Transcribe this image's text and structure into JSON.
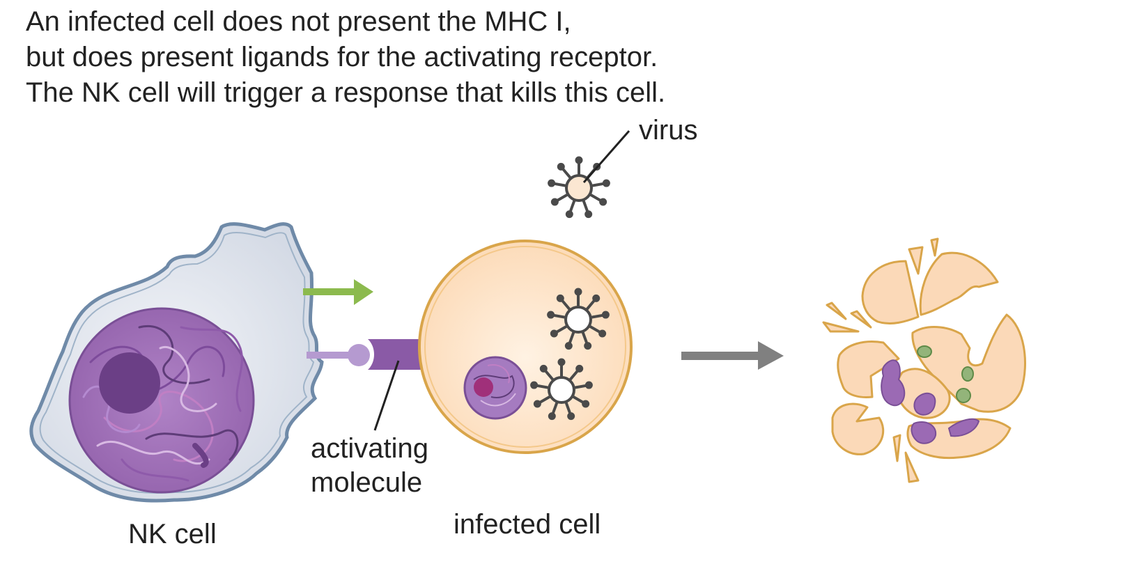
{
  "caption": {
    "line1": "An infected cell does not present the MHC I,",
    "line2": "but does present ligands for the activating receptor.",
    "line3": "The NK cell will trigger a response that kills this cell."
  },
  "labels": {
    "virus": "virus",
    "activating_line1": "activating",
    "activating_line2": "molecule",
    "nk_cell": "NK cell",
    "infected_cell": "infected cell"
  },
  "colors": {
    "nk_membrane": "#6f8aa8",
    "nk_cytoplasm": "#dfe4ec",
    "nucleus": "#9b6ab4",
    "nucleolus": "#6b3f86",
    "infected_membrane": "#d9a54a",
    "infected_cytoplasm": "#fde0c2",
    "virus_stroke": "#4a4a4a",
    "green_arrow": "#8cba4e",
    "gray_arrow": "#808080",
    "receptor": "#b59ad0",
    "activating_molecule": "#8a5aa6"
  }
}
